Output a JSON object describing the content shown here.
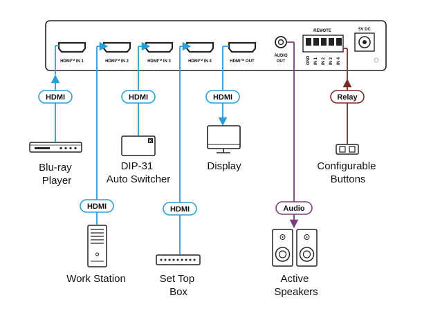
{
  "colors": {
    "hdmi": "#2a9ed6",
    "audio": "#7b3d7e",
    "relay": "#7a2b22",
    "device": "#333333"
  },
  "ports": {
    "in1": {
      "label": "HDMI",
      "tm": "TM",
      "suffix": " IN 1"
    },
    "in2": {
      "label": "HDMI",
      "tm": "TM",
      "suffix": " IN 2"
    },
    "in3": {
      "label": "HDMI",
      "tm": "TM",
      "suffix": " IN 3"
    },
    "in4": {
      "label": "HDMI",
      "tm": "TM",
      "suffix": " IN 4"
    },
    "out": {
      "label": "HDMI",
      "tm": "TM",
      "suffix": " OUT"
    },
    "audio_line1": "AUDIO",
    "audio_line2": "OUT",
    "remote": "REMOTE",
    "power": "5V DC",
    "terminals": [
      "GND",
      "IN 1",
      "IN 2",
      "IN 3",
      "IN 4"
    ]
  },
  "pills": {
    "hdmi1": "HDMI",
    "hdmi2": "HDMI",
    "hdmi3": "HDMI",
    "hdmi4": "HDMI",
    "hdmi_out": "HDMI",
    "audio": "Audio",
    "relay": "Relay"
  },
  "devices": {
    "bluray": [
      "Blu-ray",
      "Player"
    ],
    "workstation": [
      "Work Station"
    ],
    "dip31": [
      "DIP-31",
      "Auto Switcher"
    ],
    "settop": [
      "Set Top",
      "Box"
    ],
    "display": [
      "Display"
    ],
    "speakers": [
      "Active",
      "Speakers"
    ],
    "buttons": [
      "Configurable",
      "Buttons"
    ]
  },
  "logo_letter": "K"
}
